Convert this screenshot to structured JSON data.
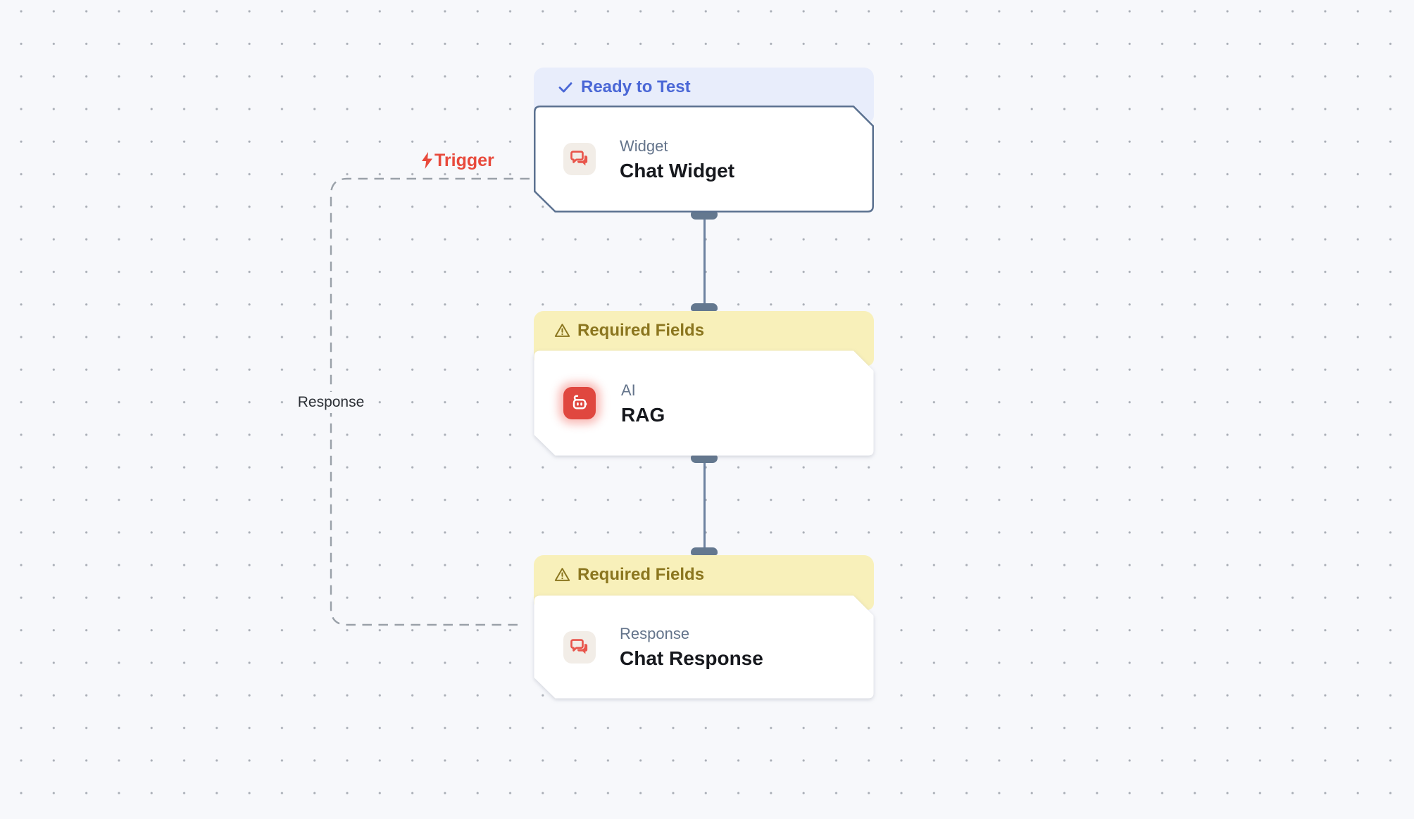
{
  "canvas": {
    "background": "#f7f8fb",
    "dot_color": "#a9aeb6"
  },
  "colors": {
    "ready_badge_bg": "#e8edfb",
    "ready_badge_text": "#4a67d6",
    "warning_badge_bg": "#f8f0ba",
    "warning_badge_text": "#8b761f",
    "trigger_red": "#e84a3c",
    "node_border_selected": "#5b7190",
    "connector": "#64788f",
    "dashed_edge": "#9aa1a9",
    "icon_red": "#e8554b",
    "robot_icon_bg": "#e0473f"
  },
  "edges": {
    "trigger_label": "Trigger",
    "response_label": "Response"
  },
  "nodes": [
    {
      "status": "Ready to Test",
      "category": "Widget",
      "title": "Chat Widget",
      "icon": "chat-bubbles-icon"
    },
    {
      "status": "Required Fields",
      "category": "AI",
      "title": "RAG",
      "icon": "robot-icon"
    },
    {
      "status": "Required Fields",
      "category": "Response",
      "title": "Chat Response",
      "icon": "chat-bubbles-icon"
    }
  ]
}
